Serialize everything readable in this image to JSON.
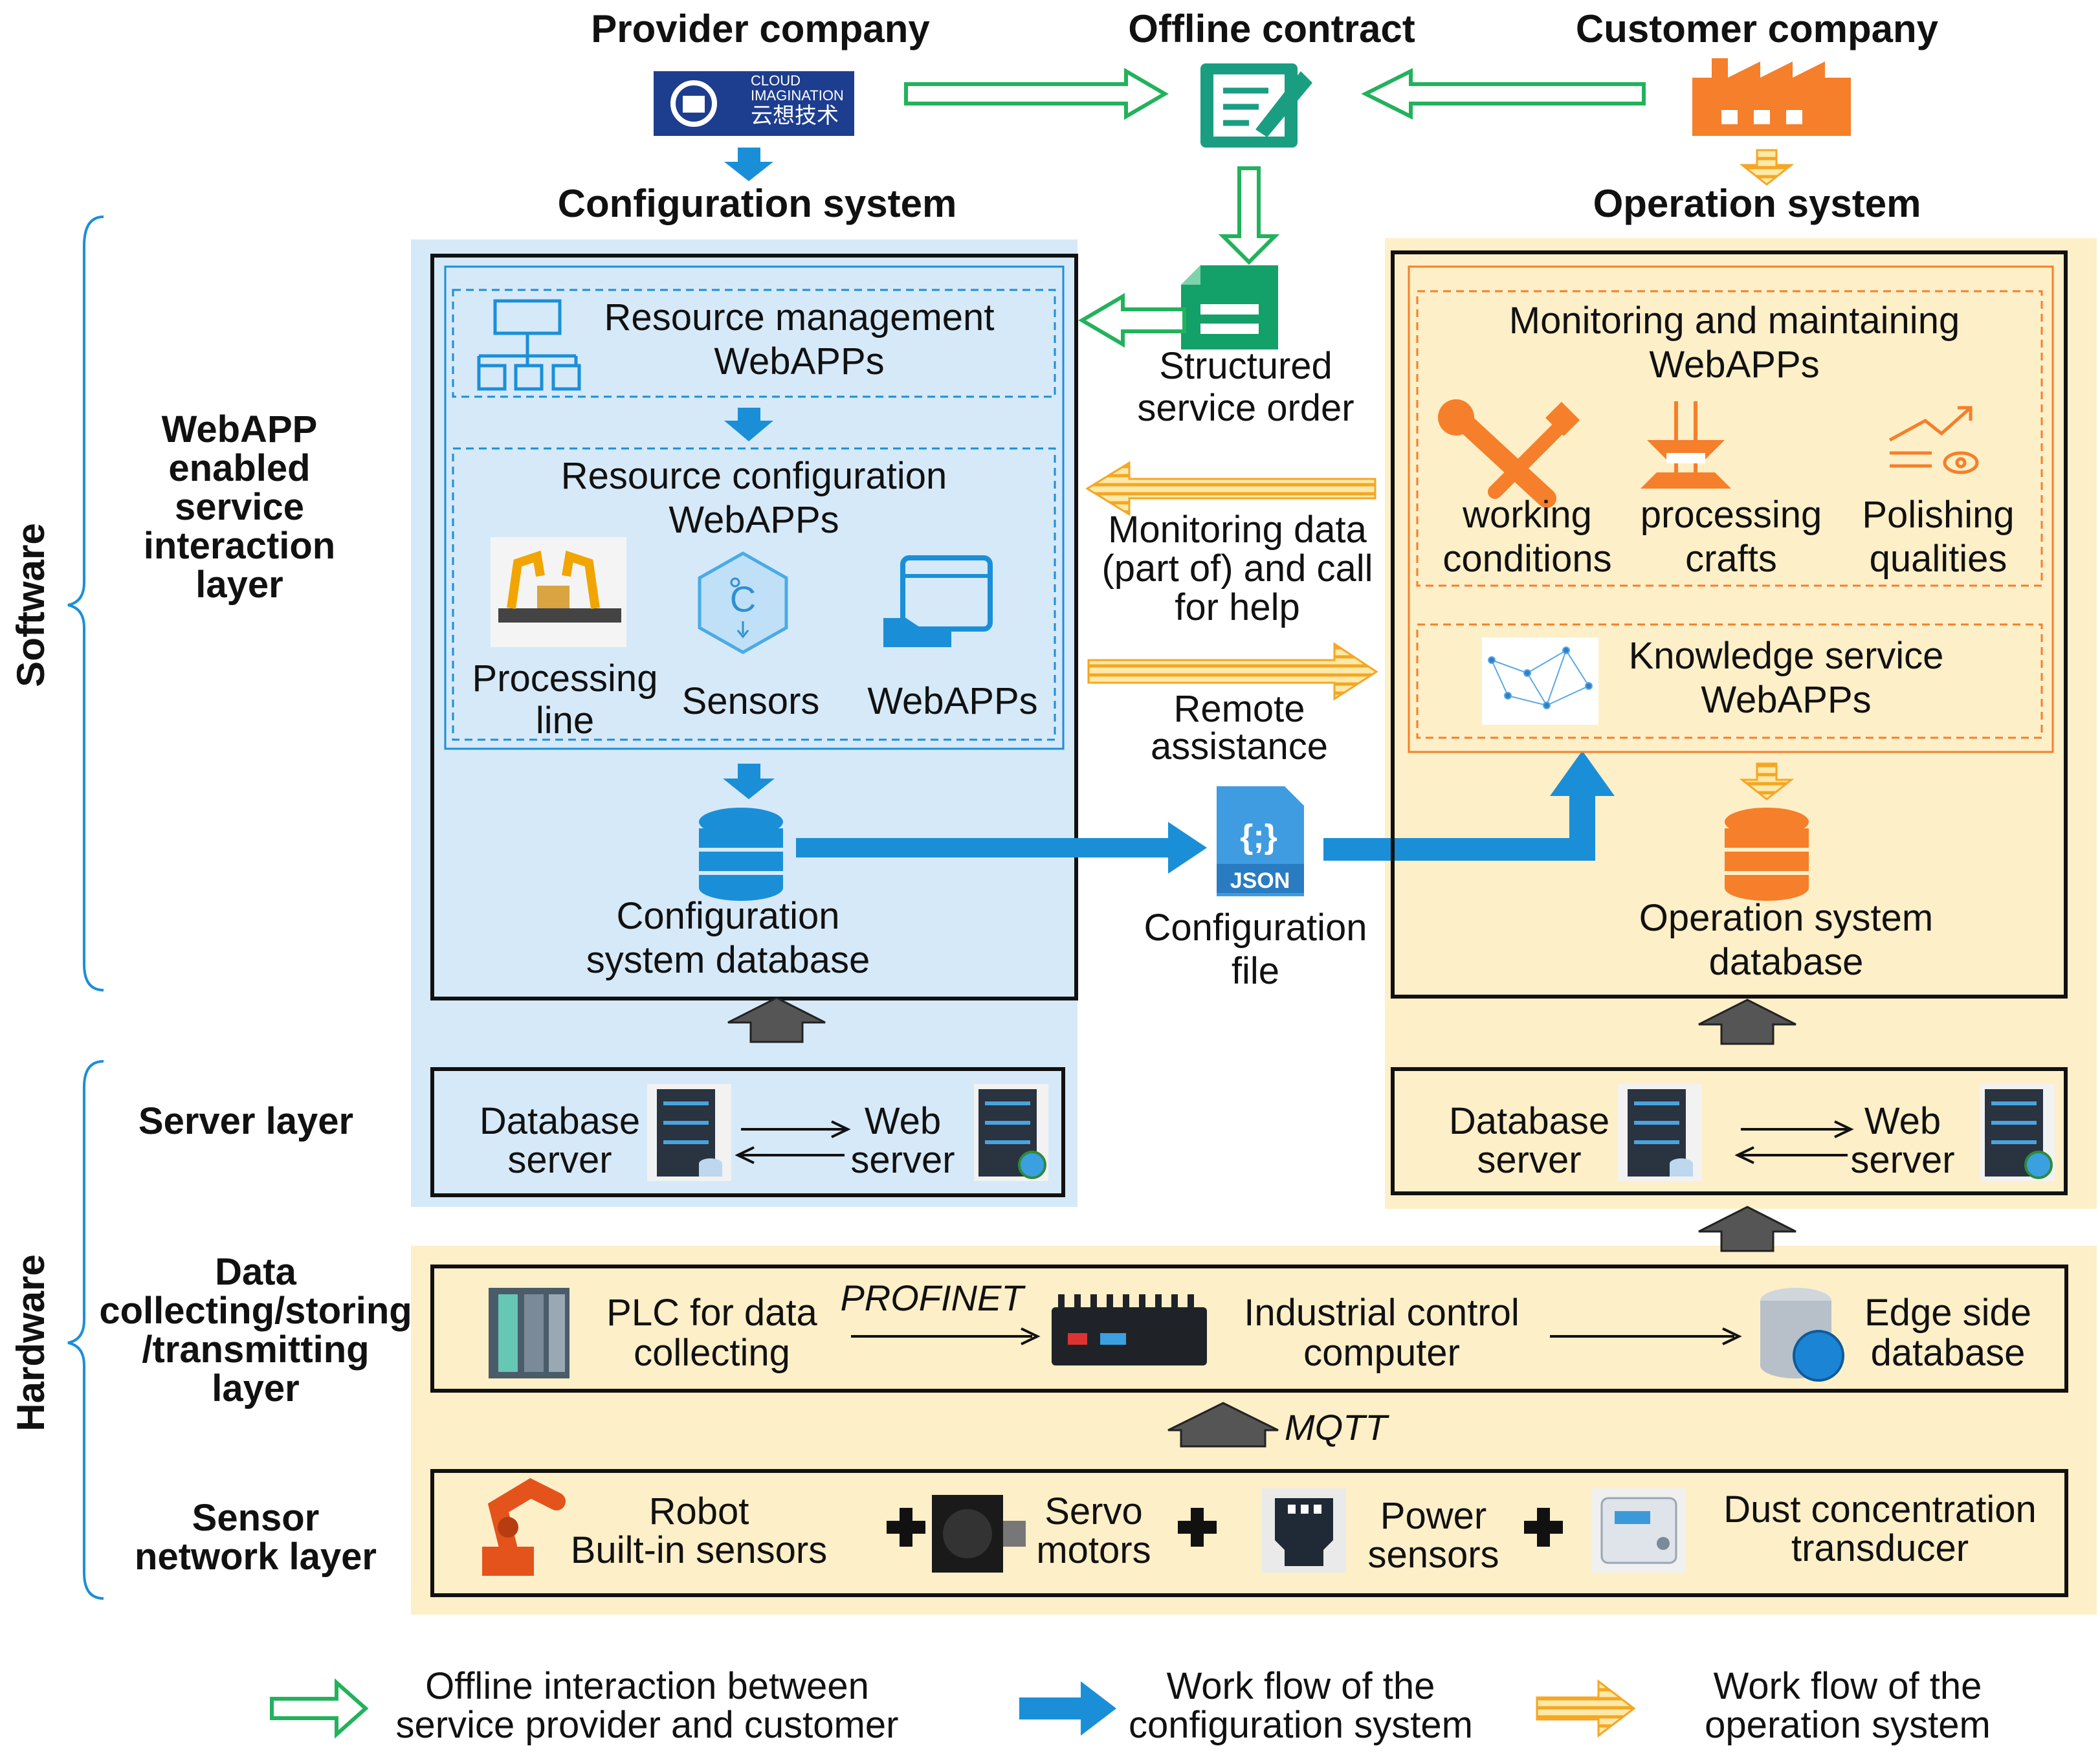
{
  "top": {
    "provider": "Provider company",
    "provider_logo": {
      "line1": "CLOUD",
      "line2": "IMAGINATION",
      "line3": "云想技术"
    },
    "offline": "Offline contract",
    "customer": "Customer company",
    "config_system": "Configuration system",
    "operation_system": "Operation system"
  },
  "layers": {
    "software": "Software",
    "hardware": "Hardware",
    "webapp": [
      "WebAPP",
      "enabled",
      "service",
      "interaction",
      "layer"
    ],
    "server": "Server layer",
    "data": [
      "Data",
      "collecting/storing",
      "/transmitting",
      "layer"
    ],
    "sensor": [
      "Sensor",
      "network layer"
    ]
  },
  "config": {
    "resource_mgmt": [
      "Resource management",
      "WebAPPs"
    ],
    "resource_config": [
      "Resource configuration",
      "WebAPPs"
    ],
    "processing_line": [
      "Processing",
      "line"
    ],
    "sensors": "Sensors",
    "webapps": "WebAPPs",
    "db": [
      "Configuration",
      "system database"
    ],
    "db_server": [
      "Database",
      "server"
    ],
    "web_server": [
      "Web",
      "server"
    ]
  },
  "middle": {
    "structured": [
      "Structured",
      "service order"
    ],
    "monitoring": [
      "Monitoring data",
      "(part of) and call",
      "for help"
    ],
    "remote": [
      "Remote",
      "assistance"
    ],
    "json_badge": "JSON",
    "config_file": [
      "Configuration",
      "file"
    ]
  },
  "operation": {
    "monitor": [
      "Monitoring and maintaining",
      "WebAPPs"
    ],
    "working": [
      "working",
      "conditions"
    ],
    "processing": [
      "processing",
      "crafts"
    ],
    "polishing": [
      "Polishing",
      "qualities"
    ],
    "knowledge": [
      "Knowledge service",
      "WebAPPs"
    ],
    "db": [
      "Operation system",
      "database"
    ],
    "db_server": [
      "Database",
      "server"
    ],
    "web_server": [
      "Web",
      "server"
    ]
  },
  "edge": {
    "plc": [
      "PLC for data",
      "collecting"
    ],
    "profinet": "PROFINET",
    "ipc": [
      "Industrial control",
      "computer"
    ],
    "edge_db": [
      "Edge side",
      "database"
    ],
    "mqtt": "MQTT"
  },
  "sensors_row": {
    "robot": [
      "Robot",
      "Built-in sensors"
    ],
    "servo": [
      "Servo",
      "motors"
    ],
    "power": [
      "Power",
      "sensors"
    ],
    "dust": [
      "Dust concentration",
      "transducer"
    ]
  },
  "legend": {
    "offline": [
      "Offline interaction between",
      "service provider and customer"
    ],
    "config": [
      "Work flow of the",
      "configuration system"
    ],
    "operation": [
      "Work flow of the",
      "operation system"
    ]
  },
  "colors": {
    "blue_panel": "#d6e9f8",
    "yellow_panel": "#fdefc8",
    "blue_arrow": "#1a8fd8",
    "green_arrow": "#22b25c",
    "orange": "#f57f2a"
  }
}
